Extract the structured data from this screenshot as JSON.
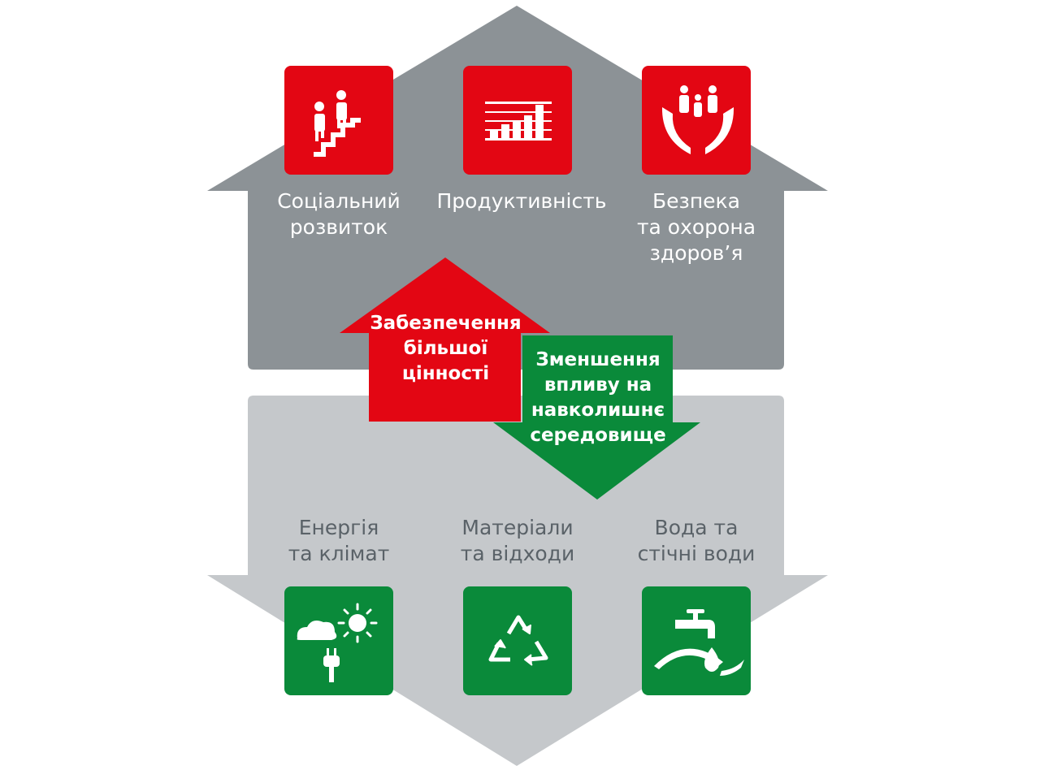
{
  "colors": {
    "top_house": "#8c9296",
    "bottom_house": "#c5c8cb",
    "red": "#e30613",
    "green": "#0a8a3a",
    "icon": "#ffffff"
  },
  "top_items": [
    {
      "label": "Соціальний\nрозвиток",
      "icon": "people-climbing-stairs-icon"
    },
    {
      "label": "Продуктивність",
      "icon": "bar-chart-icon"
    },
    {
      "label": "Безпека\nта охорона\nздоров’я",
      "icon": "hands-protecting-people-icon"
    }
  ],
  "arrows": {
    "up": "Забезпечення\nбільшої\nцінності",
    "down": "Зменшення\nвпливу на\nнавколишнє\nсередовище"
  },
  "bottom_items": [
    {
      "label": "Енергія\nта клімат",
      "icon": "cloud-sun-plug-icon"
    },
    {
      "label": "Матеріали\nта відходи",
      "icon": "recycle-icon"
    },
    {
      "label": "Вода та\nстічні води",
      "icon": "water-tap-drop-icon"
    }
  ]
}
